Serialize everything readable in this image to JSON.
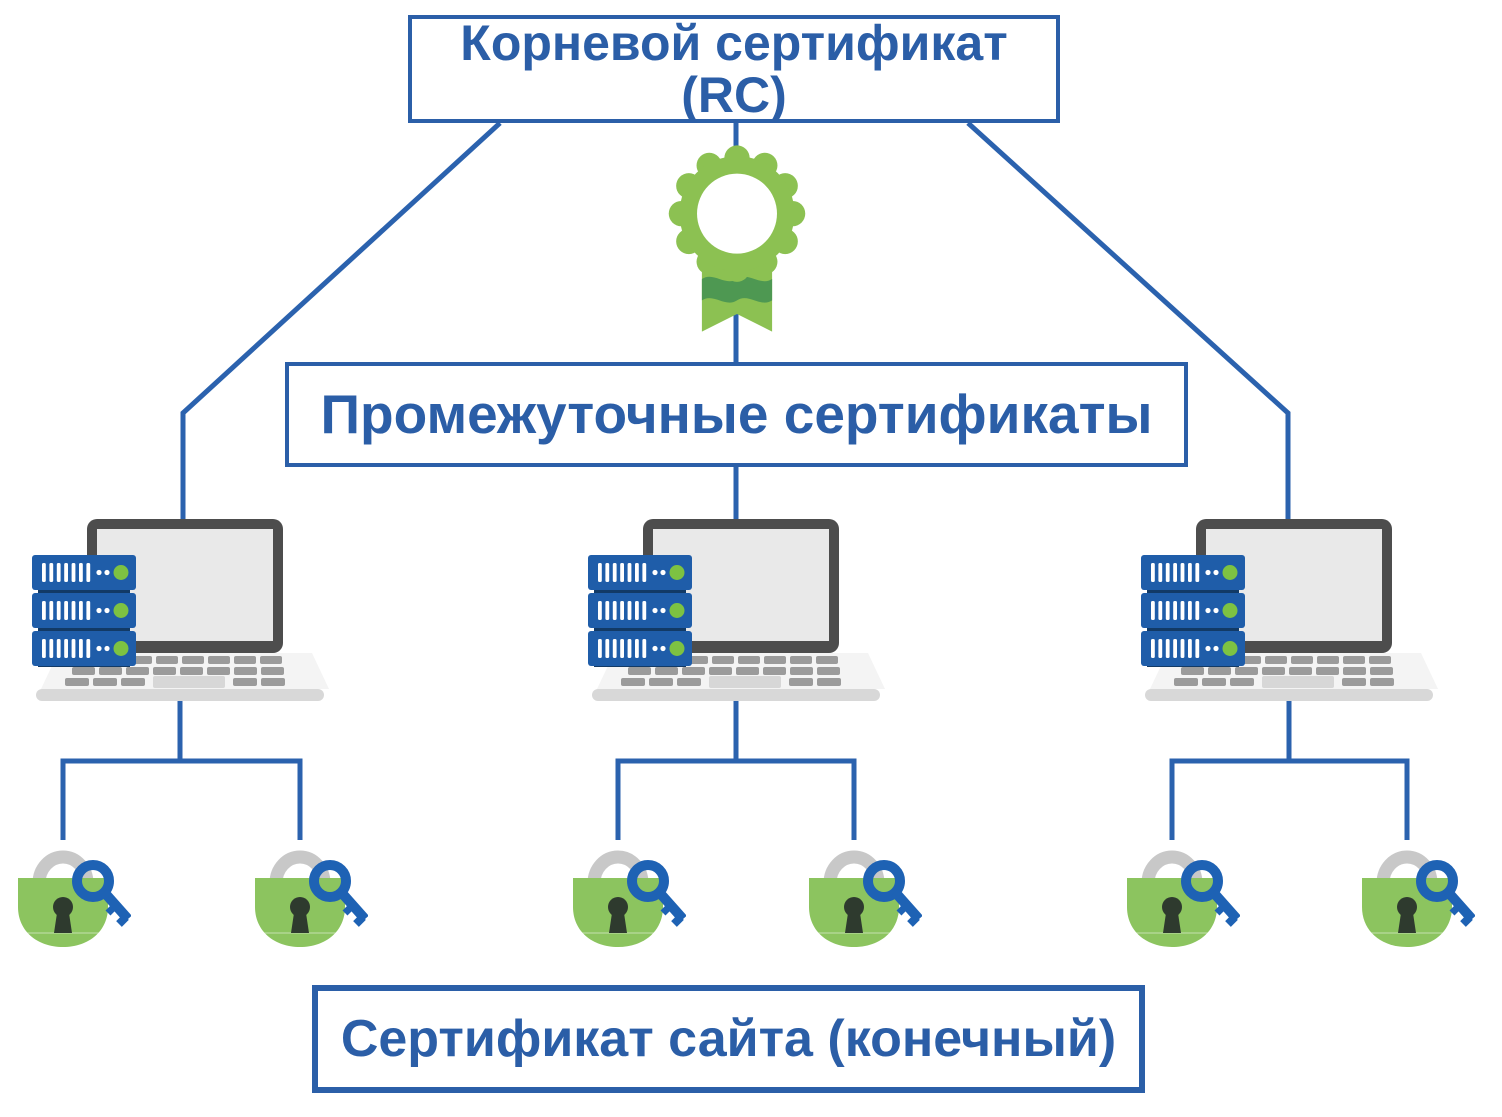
{
  "diagram": {
    "root": {
      "label": "Корневой сертификат (RC)"
    },
    "intermediate": {
      "label": "Промежуточные сертификаты"
    },
    "leaf": {
      "label": "Сертификат сайта (конечный)"
    }
  },
  "icons": {
    "medal": "certificate-medal-icon",
    "server_laptop": "server-laptop-icon",
    "padlock_key": "padlock-key-icon"
  },
  "colors": {
    "line_blue": "#2b62ae",
    "box_border_blue": "#2b5fa8",
    "text_blue": "#2b5ea7",
    "medal_green": "#8cc152",
    "medal_dark_green": "#4e9852",
    "lock_green": "#8cc45f",
    "key_blue": "#1e62b4",
    "shackle_gray": "#c8c8c8",
    "keyhole_dark": "#2e3a2e",
    "server_blue": "#1f5da9",
    "server_dark": "#123a66",
    "led_green": "#7dc242",
    "laptop_bezel": "#4d4d4d",
    "laptop_screen": "#e9e9e9",
    "laptop_body": "#f4f4f4",
    "laptop_key": "#9b9b9b",
    "laptop_base": "#d8d8d8"
  }
}
